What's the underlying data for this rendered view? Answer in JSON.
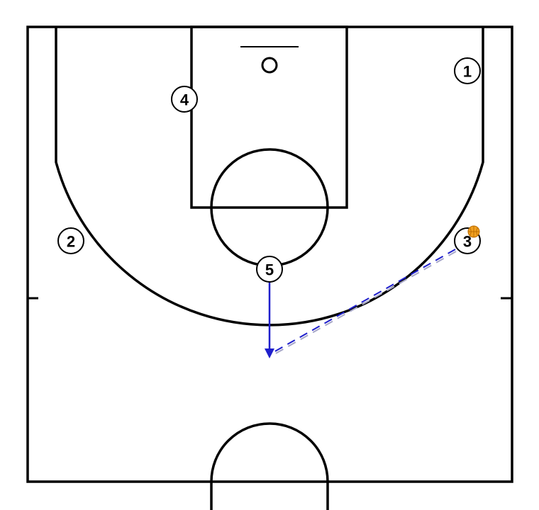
{
  "diagram": {
    "players": [
      {
        "id": "p1",
        "label": "1"
      },
      {
        "id": "p2",
        "label": "2"
      },
      {
        "id": "p3",
        "label": "3"
      },
      {
        "id": "p4",
        "label": "4"
      },
      {
        "id": "p5",
        "label": "5"
      }
    ],
    "ball_holder": "3",
    "actions": [
      {
        "type": "cut",
        "player": "5",
        "style": "solid-arrow"
      },
      {
        "type": "pass",
        "from": "3",
        "to": "5",
        "style": "dashed-arrow"
      }
    ],
    "colors": {
      "court_lines": "#000000",
      "movement": "#1f1fcc",
      "pass_shadow": "#a8a8c8",
      "ball": "#f0a020",
      "ball_seams": "#b86a00",
      "player_fill": "#ffffff"
    }
  }
}
